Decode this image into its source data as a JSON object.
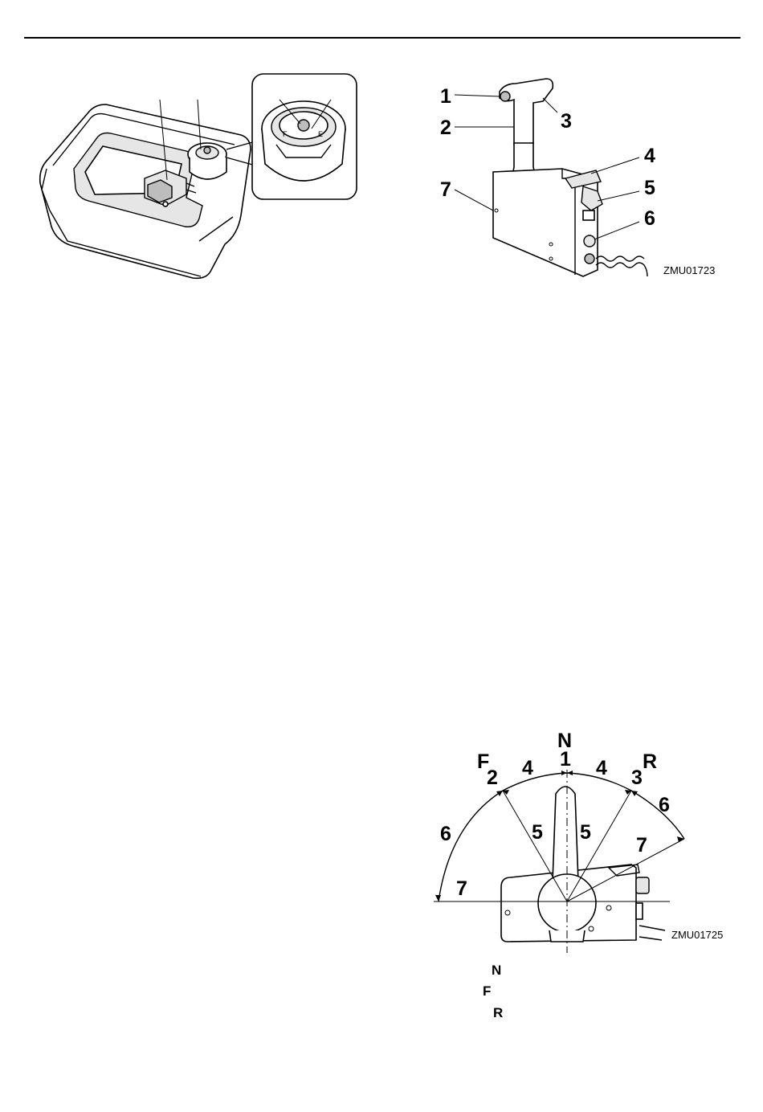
{
  "figures": {
    "fuel_tank": {
      "callouts": []
    },
    "remote_control": {
      "callouts": [
        "1",
        "2",
        "3",
        "4",
        "5",
        "6",
        "7"
      ],
      "code": "ZMU01723"
    },
    "shift_diagram": {
      "positions": {
        "neutral": "N",
        "forward": "F",
        "reverse": "R"
      },
      "callouts": {
        "neutral_num": "1",
        "forward_num": "2",
        "reverse_num": "3",
        "shift_left": "4",
        "shift_right": "4",
        "throttle_left": "5",
        "throttle_right": "5",
        "full_left": "6",
        "full_right": "6",
        "base_left": "7",
        "base_right": "7"
      },
      "code": "ZMU01725",
      "legend": [
        "N",
        "F",
        "R"
      ]
    }
  }
}
